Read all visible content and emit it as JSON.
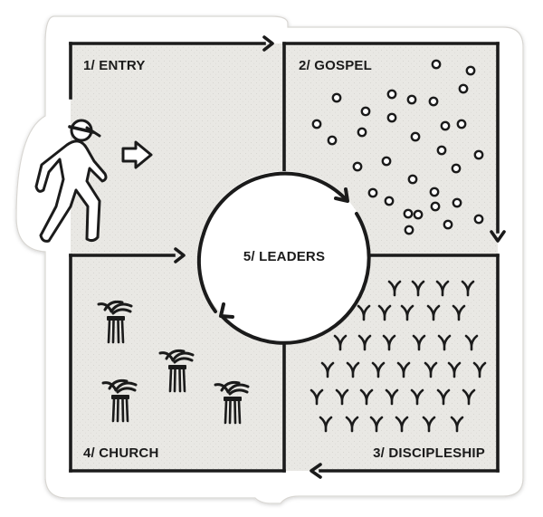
{
  "colors": {
    "ink": "#1b1b1b",
    "paper": "#e9e8e4",
    "sticker": "#ffffff",
    "outline": "#d8d6d2"
  },
  "quadrants": {
    "entry": {
      "label": "1/ ENTRY",
      "icons": [
        "walking-person-icon",
        "arrow-right-icon"
      ]
    },
    "gospel": {
      "label": "2/ GOSPEL",
      "icons": [
        "seed-dot-icon"
      ]
    },
    "discipleship": {
      "label": "3/ DISCIPLESHIP",
      "icons": [
        "sprout-icon"
      ]
    },
    "church": {
      "label": "4/ CHURCH",
      "icons": [
        "wheat-sheaf-icon"
      ]
    }
  },
  "center": {
    "label": "5/ LEADERS"
  }
}
